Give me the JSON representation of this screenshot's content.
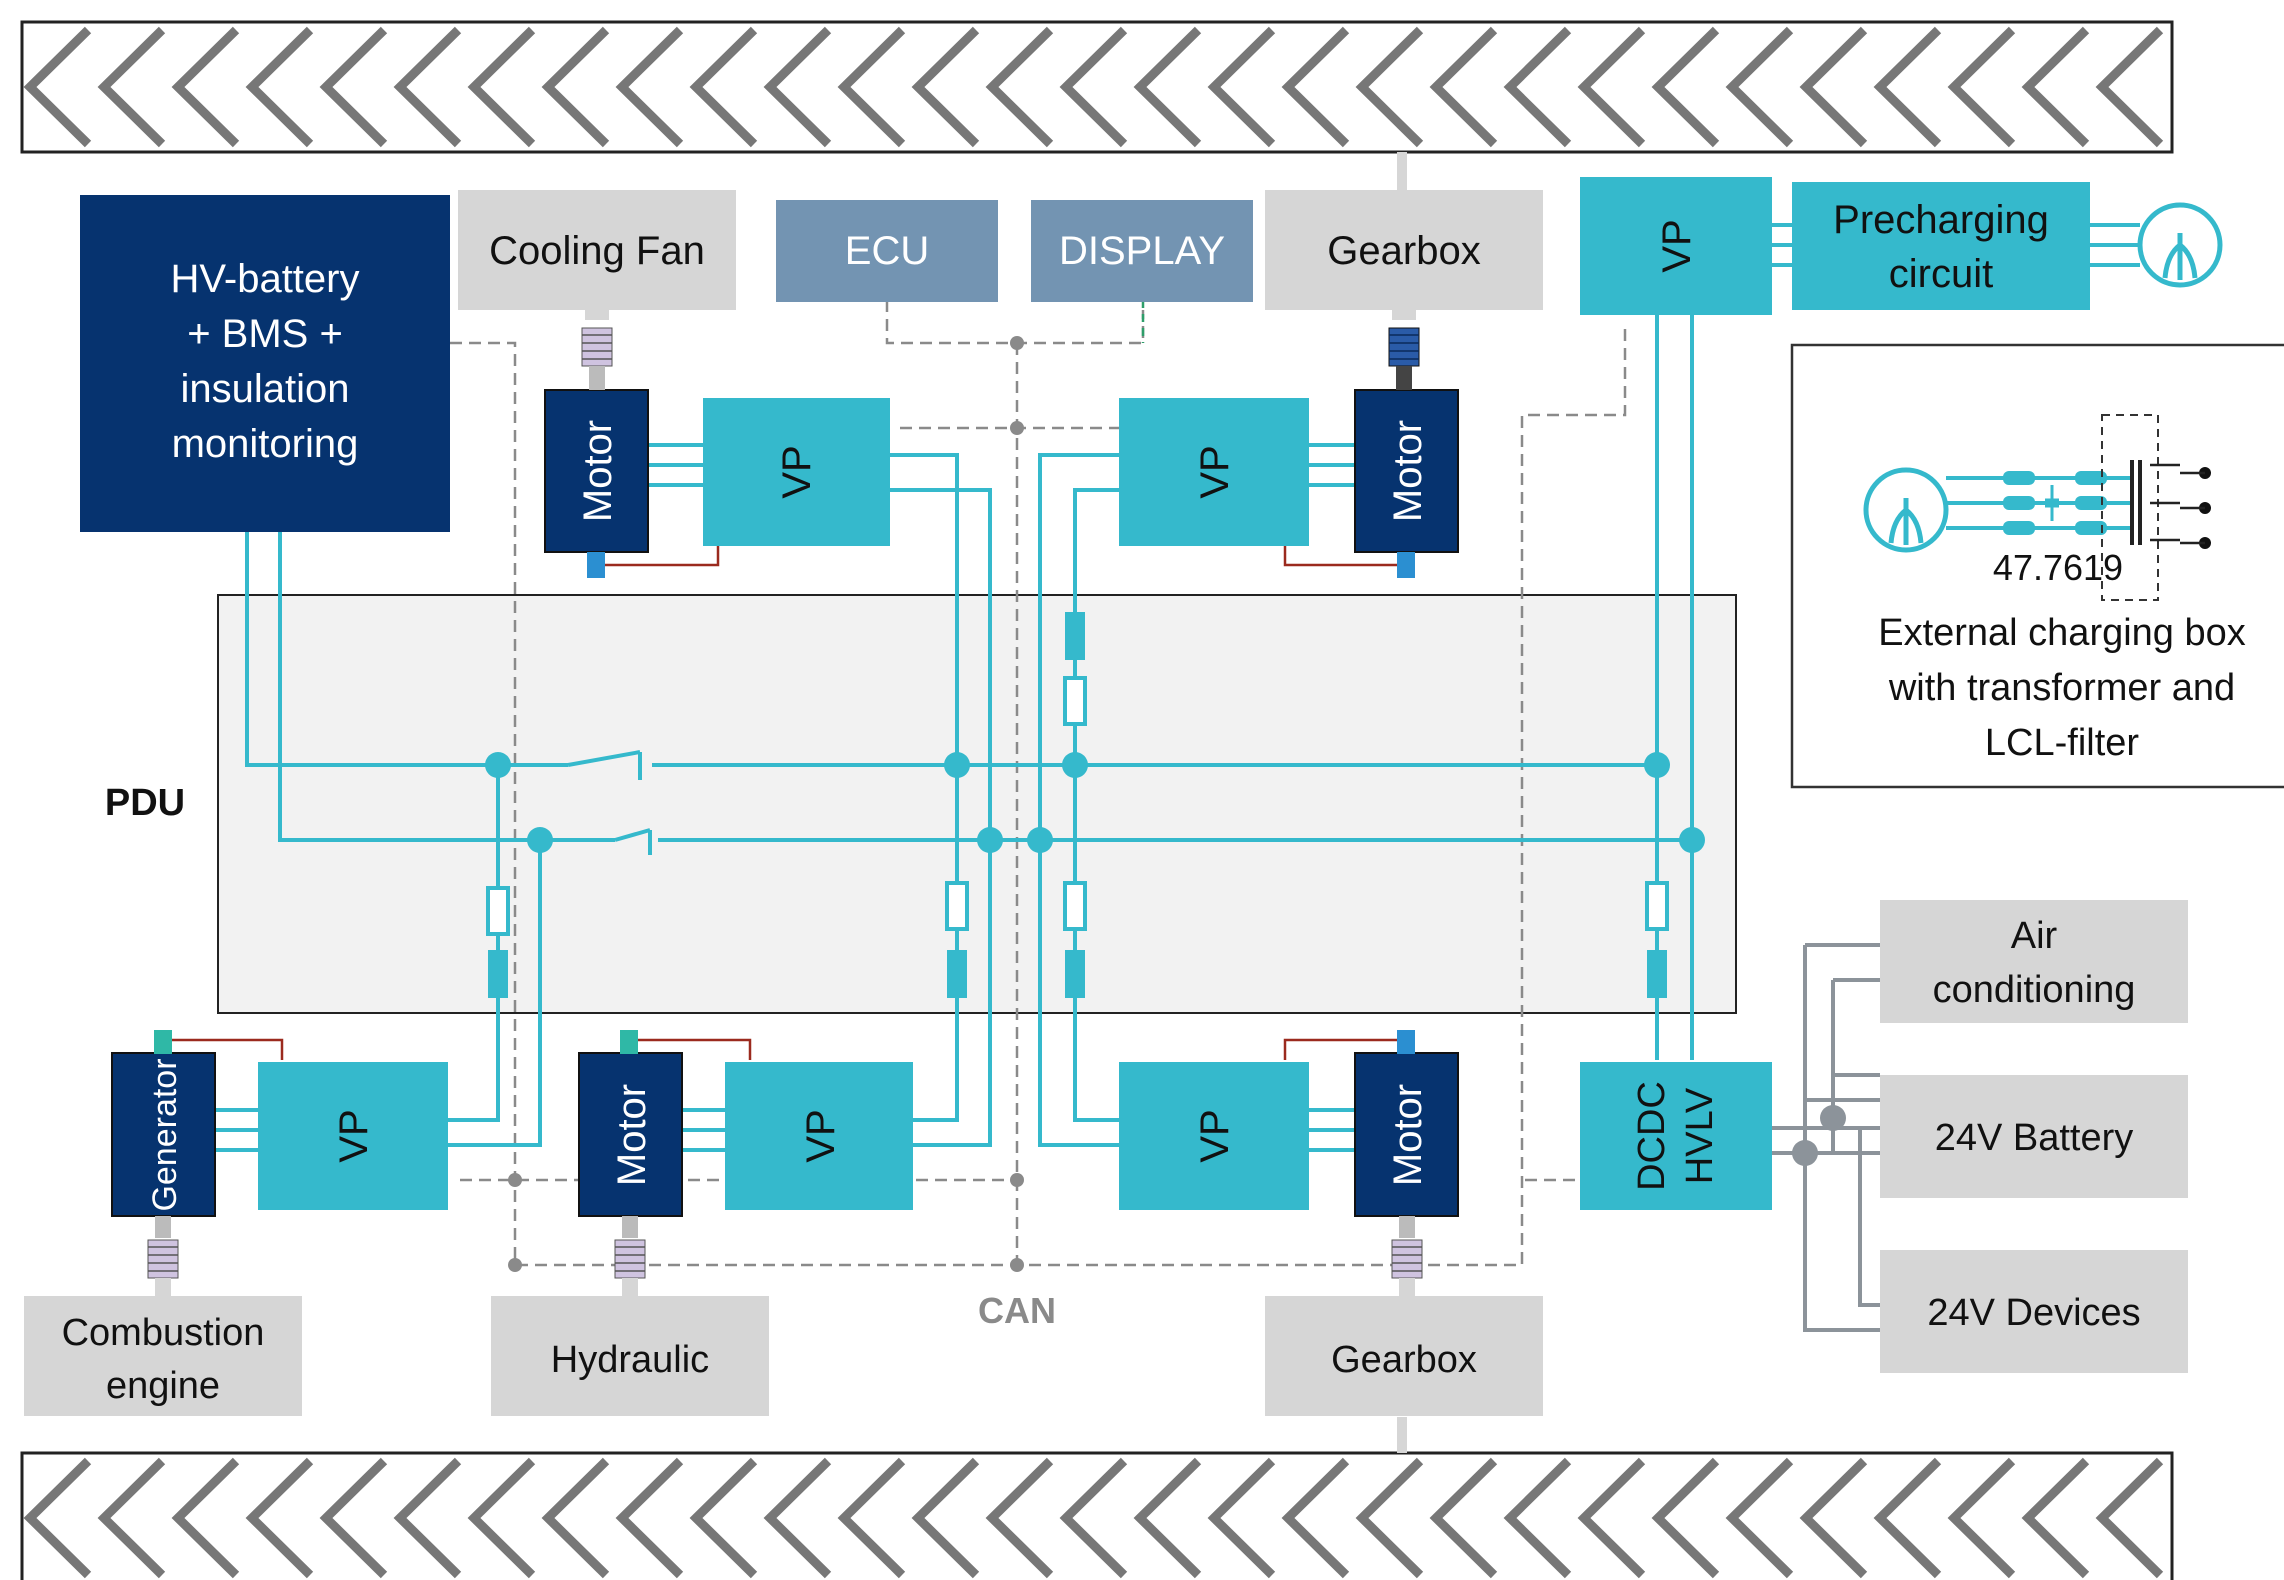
{
  "colors": {
    "navy": "#06336f",
    "teal": "#35b9cc",
    "slate": "#7394b2",
    "grey_box": "#d6d6d6",
    "pdu_bg": "#f2f2f2",
    "can_line": "#8a8a8a",
    "ground_line": "#9b2a1e",
    "lv_line": "#8c939a"
  },
  "blocks": {
    "hv_battery": [
      "HV-battery",
      "+ BMS +",
      "insulation",
      "monitoring"
    ],
    "cooling_fan": "Cooling Fan",
    "ecu": "ECU",
    "display": "DISPLAY",
    "gearbox_top": "Gearbox",
    "gearbox_bottom": "Gearbox",
    "precharging": [
      "Precharging",
      "circuit"
    ],
    "combustion_engine": [
      "Combustion",
      "engine"
    ],
    "hydraulic": "Hydraulic",
    "air_conditioning": [
      "Air",
      "conditioning"
    ],
    "battery_24v": "24V Battery",
    "devices_24v": "24V Devices",
    "pdu": "PDU",
    "can": "CAN"
  },
  "converters": {
    "vp": "VP",
    "motor": "Motor",
    "generator": "Generator",
    "dcdc": "DCDC",
    "hvlv": "HVLV"
  },
  "charging_box": {
    "value": "47.7619",
    "caption": [
      "External charging box",
      "with transformer and",
      "LCL-filter"
    ]
  },
  "icons": [
    "chevron-band-top",
    "chevron-band-bottom",
    "grid-plug-icon",
    "switch-icon",
    "fuse-icon",
    "transformer-icon",
    "coupling-icon"
  ]
}
